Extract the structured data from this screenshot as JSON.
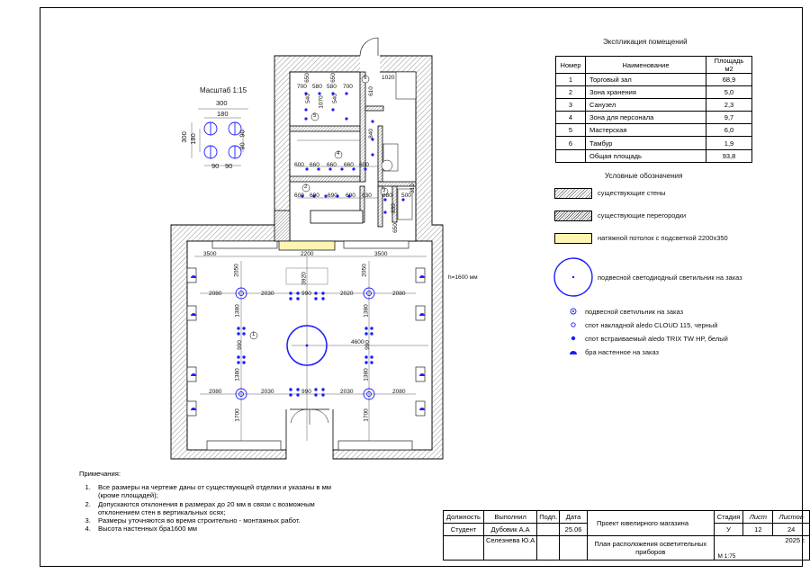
{
  "scale_label": "Масштаб 1:15",
  "detail_dims": {
    "w300": "300",
    "w180": "180",
    "h300": "300",
    "h180": "180",
    "d90a": "90",
    "d90b": "90",
    "d90c": "90",
    "d90d": "90"
  },
  "height_note": "h=1600 мм",
  "plan": {
    "room_numbers": [
      "1",
      "2",
      "3",
      "4",
      "5",
      "6"
    ],
    "dims": {
      "hall_top_left": "3500",
      "hall_top_mid": "2200",
      "hall_top_right": "3500",
      "hall_v_2050a": "2050",
      "hall_v_2050b": "2050",
      "hall_v_3920": "3920",
      "row1": [
        "2080",
        "2030",
        "990",
        "2020",
        "2080"
      ],
      "row2": [
        "2080",
        "2030",
        "990",
        "2030",
        "2080"
      ],
      "v1380a": "1380",
      "v1380b": "1380",
      "v990a": "990",
      "v990b": "990",
      "v1380c": "1380",
      "v1380d": "1380",
      "v1700a": "1700",
      "v1700b": "1700",
      "d4600": "4600",
      "corr_600a": "600",
      "corr_660": [
        "660",
        "660",
        "660"
      ],
      "corr_600b": "600",
      "corr_600c": "600",
      "corr_690": [
        "690",
        "690",
        "690"
      ],
      "corr_630": "630",
      "store_700a": "700",
      "store_580": [
        "580",
        "580"
      ],
      "store_700b": "700",
      "store_650a": "650",
      "store_650b": "650",
      "store_540": [
        "540",
        "540"
      ],
      "store_1070": "1070",
      "d1020": "1020",
      "d610": "610",
      "d840": "840",
      "d880": "880",
      "d500": "500",
      "d830": "830",
      "d650": "650",
      "d310": "310"
    }
  },
  "explication": {
    "title": "Экспликация помещений",
    "headers": [
      "Номер",
      "Наименование",
      "Площадь м2"
    ],
    "rows": [
      [
        "1",
        "Торговый зал",
        "68,9"
      ],
      [
        "2",
        "Зона хранения",
        "5,0"
      ],
      [
        "3",
        "Санузел",
        "2,3"
      ],
      [
        "4",
        "Зона для персонала",
        "9,7"
      ],
      [
        "5",
        "Мастерская",
        "6,0"
      ],
      [
        "6",
        "Тамбур",
        "1,9"
      ],
      [
        "",
        "Общая площадь",
        "93,8"
      ]
    ]
  },
  "legend": {
    "title": "Условные обозначения",
    "items": [
      "существующие стены",
      "существующие перегородки",
      "натяжной потолок с подсветкой 2200х350",
      "подвесной светодиодный светильник на заказ",
      "подвесной светильник на заказ",
      "спот накладной aledo CLOUD 115, черный",
      "спот встраиваемый aledo TRIX TW HP, белый",
      "бра настенное на заказ"
    ],
    "colors": {
      "ceiling": "#fdf5b0",
      "lamp": "#1c1cff"
    }
  },
  "notes": {
    "title": "Примечания:",
    "items": [
      "Все размеры на чертеже даны от существующей отделки и указаны в мм (кроме площадей);",
      "Допускаются отклонения в размерах до 20 мм в связи с возможным отклонением стен в вертикальных осях;",
      "Размеры уточняются во время строительно - монтажных работ.",
      "Высота настенных бра1600 мм"
    ]
  },
  "stamp": {
    "h_role": "Должность",
    "h_done": "Выполнил",
    "h_sign": "Подп.",
    "h_date": "Дата",
    "role": "Студент",
    "author": "Дубовик А.А",
    "date": "25.06",
    "checker": "Селезнева Ю.А",
    "project": "Проект ювелирного магазина",
    "h_stage": "Стадия",
    "h_sheet": "Лист",
    "h_sheets": "Листов",
    "stage": "У",
    "sheet": "12",
    "sheets": "24",
    "drawing": "План расположения осветительных приборов",
    "year": "2025 г.",
    "scale": "М 1:75"
  }
}
